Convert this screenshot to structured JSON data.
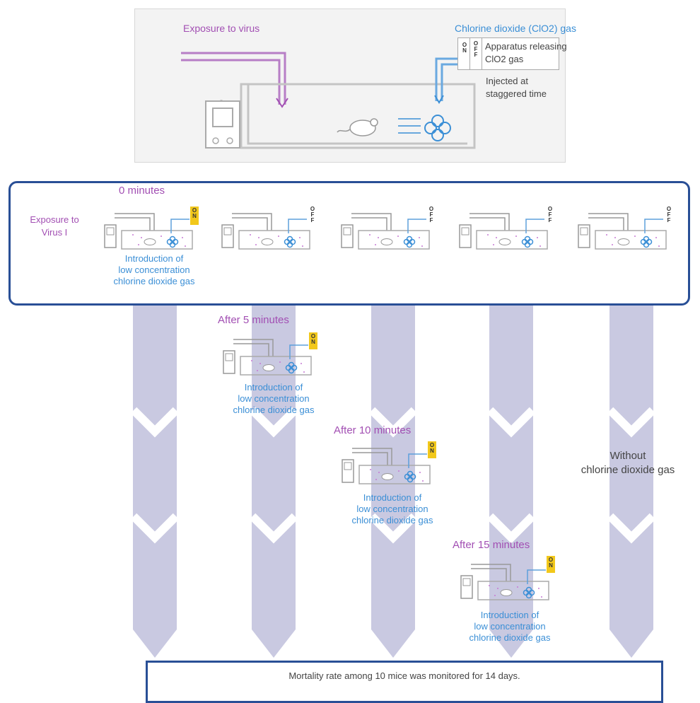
{
  "top_panel": {
    "exposure_label": "Exposure to virus",
    "gas_label": "Chlorine dioxide (ClO2) gas",
    "switch_on": "ON",
    "switch_off": "OFF",
    "apparatus_line1": "Apparatus releasing",
    "apparatus_line2": "ClO2 gas",
    "injected_line1": "Injected at",
    "injected_line2": "staggered time"
  },
  "exposure_box": {
    "time_label": "0 minutes",
    "exposure_line1": "Exposure to",
    "exposure_line2": "Virus I",
    "intro_line1": "Introduction of",
    "intro_line2": "low concentration",
    "intro_line3": "chlorine dioxide gas",
    "switch_on": "ON",
    "switch_off": "OFF"
  },
  "stages": [
    {
      "time": "After 5 minutes",
      "intro1": "Introduction of",
      "intro2": "low concentration",
      "intro3": "chlorine dioxide gas",
      "switch": "ON"
    },
    {
      "time": "After 10 minutes",
      "intro1": "Introduction of",
      "intro2": "low concentration",
      "intro3": "chlorine dioxide gas",
      "switch": "ON"
    },
    {
      "time": "After 15 minutes",
      "intro1": "Introduction of",
      "intro2": "low concentration",
      "intro3": "chlorine dioxide gas",
      "switch": "ON"
    }
  ],
  "without": {
    "line1": "Without",
    "line2": "chlorine dioxide gas"
  },
  "footer": {
    "text": "Mortality rate among 10 mice was monitored for 14 days."
  },
  "colors": {
    "purple": "#a24fb3",
    "blue": "#3b8fd6",
    "navy": "#294f96",
    "arrow": "#c9c9e1",
    "switch": "#f2c81b"
  }
}
